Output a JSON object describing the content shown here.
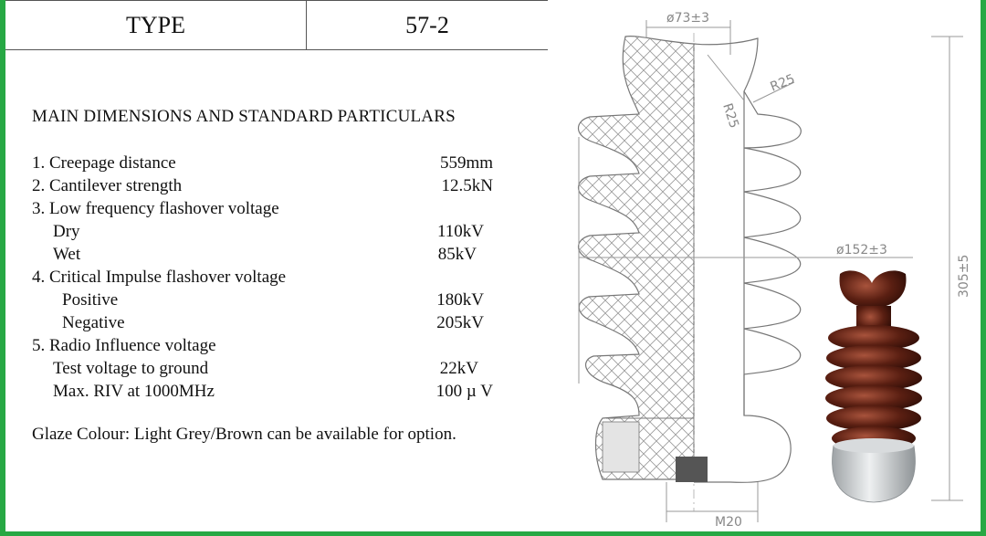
{
  "header": {
    "type_label": "TYPE",
    "type_value": "57-2"
  },
  "section_title": "MAIN DIMENSIONS AND STANDARD PARTICULARS",
  "specs": [
    {
      "label": "1. Creepage distance",
      "value": "559mm"
    },
    {
      "label": "2. Cantilever strength",
      "value": "12.5kN"
    },
    {
      "label": "3. Low frequency flashover voltage",
      "value": ""
    },
    {
      "label": "Dry",
      "value": "110kV"
    },
    {
      "label": "Wet",
      "value": "85kV"
    },
    {
      "label": "4. Critical Impulse flashover voltage",
      "value": ""
    },
    {
      "label": "Positive",
      "value": "180kV"
    },
    {
      "label": "Negative",
      "value": "205kV"
    },
    {
      "label": "5. Radio Influence voltage",
      "value": ""
    },
    {
      "label": "Test voltage to ground",
      "value": "22kV"
    },
    {
      "label": "Max. RIV at 1000MHz",
      "value": "100 µ V"
    }
  ],
  "glaze_note": "Glaze Colour: Light Grey/Brown can be available for option.",
  "drawing": {
    "dim_top_diameter": "ø73±3",
    "dim_radius_inner": "R25",
    "dim_radius_outer": "R25",
    "dim_shed_diameter": "ø152±3",
    "dim_height": "305±5",
    "dim_thread": "M20"
  },
  "colors": {
    "border_green": "#27a844",
    "porcelain_brown": "#5a1f12",
    "metal_grey": "#c9cdd0"
  }
}
